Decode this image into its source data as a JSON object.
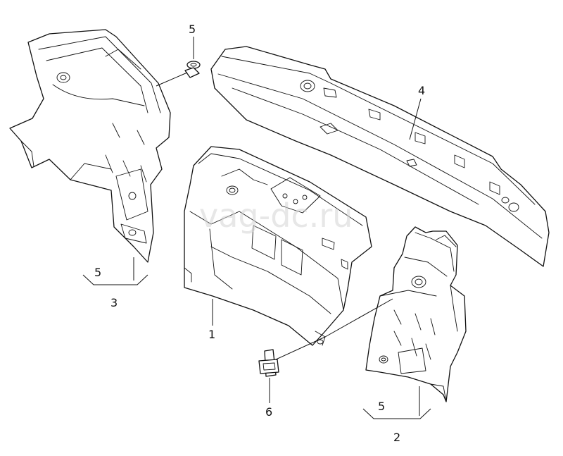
{
  "watermark": "vag-dc.ru",
  "callouts": {
    "part1": "1",
    "part2": "2",
    "part3": "3",
    "part4": "4",
    "part5_fastener": "5",
    "part5_group3": "5",
    "part5_group2": "5",
    "part6": "6"
  }
}
